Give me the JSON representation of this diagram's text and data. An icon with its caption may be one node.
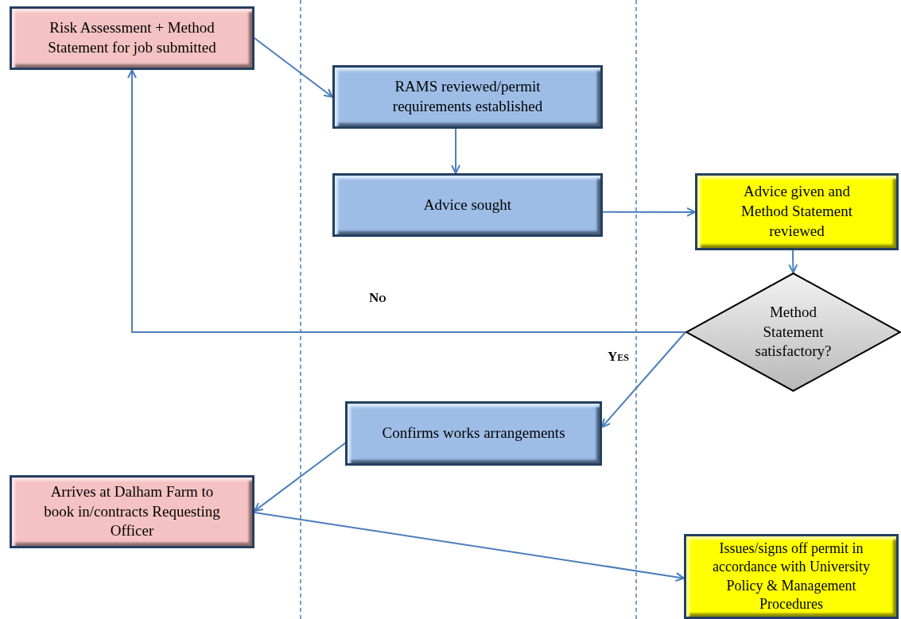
{
  "diagram": {
    "nodes": [
      {
        "text": [
          "Risk Assessment + Method Statement for job submitted"
        ]
      },
      {
        "text": [
          "RAMS reviewed/permit requirements established"
        ]
      },
      {
        "text": [
          "Advice sought"
        ]
      },
      {
        "text": [
          "Advice given and Method Statement reviewed"
        ]
      },
      {
        "text": [
          "Method Statement satisfactory?"
        ]
      },
      {
        "text": [
          "Confirms works arrangements"
        ]
      },
      {
        "text": [
          "Arrives at Dalham Farm to book in/contracts Requesting Officer"
        ]
      },
      {
        "text": [
          "Issues/signs off permit in accordance with University Policy & Management Procedures"
        ]
      }
    ],
    "edges": [
      {
        "from": 0,
        "to": 1,
        "arrow": "to"
      },
      {
        "from": 1,
        "to": 2,
        "arrow": "to"
      },
      {
        "from": 2,
        "to": 3,
        "arrow": "to"
      },
      {
        "from": 3,
        "to": 4,
        "arrow": "to"
      },
      {
        "from": 4,
        "to": 0,
        "arrow": "to",
        "label": "No"
      },
      {
        "from": 4,
        "to": 5,
        "arrow": "to",
        "label": "Yes"
      },
      {
        "from": 5,
        "to": 6,
        "arrow": "to"
      },
      {
        "from": 6,
        "to": 7,
        "arrow": "to"
      }
    ]
  }
}
